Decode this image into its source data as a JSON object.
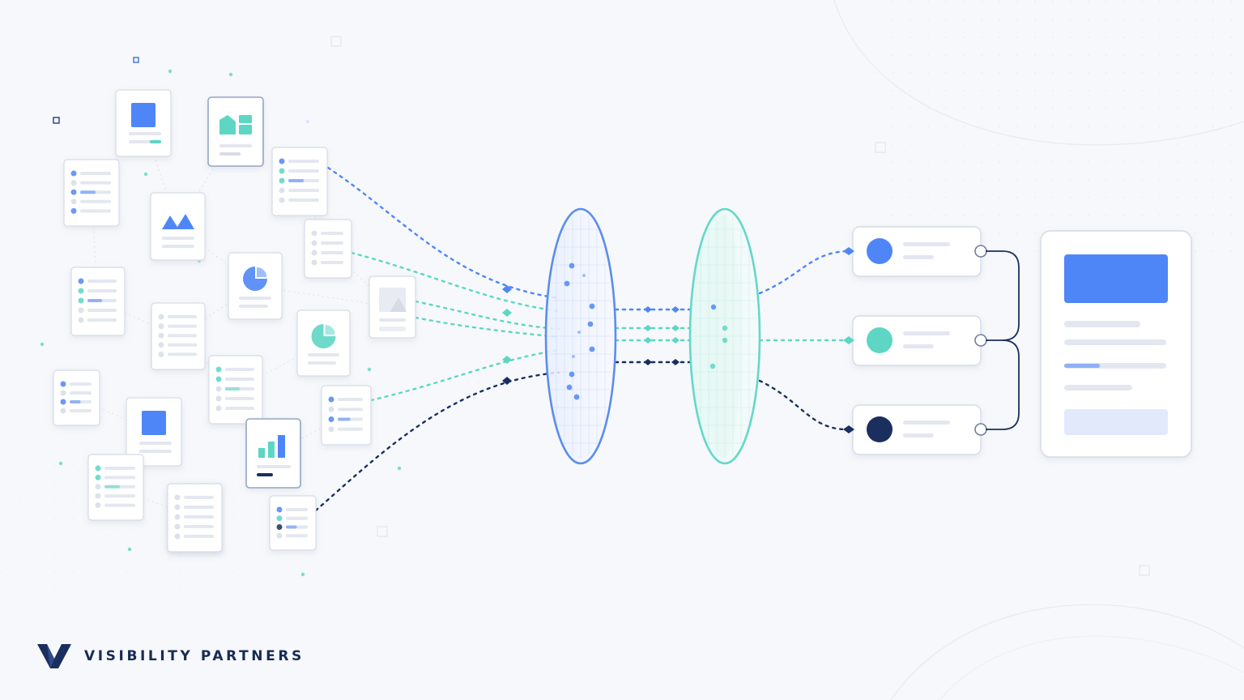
{
  "brand": {
    "name": "VISIBILITY PARTNERS",
    "mark_icon": "v-logo-icon"
  },
  "colors": {
    "background": "#f6f8fb",
    "primary_blue": "#4f86f7",
    "teal": "#5dd6c4",
    "navy": "#1b2f5e",
    "card_border": "#d6dbe6",
    "text_line": "#e3e7ef",
    "lens_blue_stroke": "#5b8def",
    "lens_teal_stroke": "#63d8c9"
  },
  "diagram": {
    "source_documents": [
      {
        "id": "doc-a",
        "icon": "image-block-icon",
        "accent": "blue"
      },
      {
        "id": "doc-b",
        "icon": "chart-area-icon",
        "accent": "teal"
      },
      {
        "id": "doc-c",
        "icon": "list-icon",
        "accent": "mixed"
      },
      {
        "id": "doc-d",
        "icon": "mountain-image-icon",
        "accent": "blue"
      },
      {
        "id": "doc-e",
        "icon": "list-icon",
        "accent": "blue"
      },
      {
        "id": "doc-f",
        "icon": "list-icon",
        "accent": "grey"
      },
      {
        "id": "doc-g",
        "icon": "list-icon",
        "accent": "mixed"
      },
      {
        "id": "doc-h",
        "icon": "pie-chart-icon",
        "accent": "blue"
      },
      {
        "id": "doc-i",
        "icon": "list-icon",
        "accent": "grey"
      },
      {
        "id": "doc-j",
        "icon": "image-icon",
        "accent": "grey"
      },
      {
        "id": "doc-k",
        "icon": "pie-chart-icon",
        "accent": "teal"
      },
      {
        "id": "doc-l",
        "icon": "list-icon",
        "accent": "teal"
      },
      {
        "id": "doc-m",
        "icon": "list-icon",
        "accent": "blue"
      },
      {
        "id": "doc-n",
        "icon": "image-block-icon",
        "accent": "blue"
      },
      {
        "id": "doc-o",
        "icon": "list-icon",
        "accent": "blue"
      },
      {
        "id": "doc-p",
        "icon": "list-icon",
        "accent": "teal"
      },
      {
        "id": "doc-q",
        "icon": "bar-chart-icon",
        "accent": "teal"
      },
      {
        "id": "doc-r",
        "icon": "list-icon",
        "accent": "mixed"
      },
      {
        "id": "doc-s",
        "icon": "list-icon",
        "accent": "grey"
      },
      {
        "id": "doc-t",
        "icon": "list-icon",
        "accent": "navy"
      }
    ],
    "lenses": [
      {
        "id": "lens-1",
        "accent": "blue"
      },
      {
        "id": "lens-2",
        "accent": "teal"
      }
    ],
    "outputs": [
      {
        "id": "output-1",
        "accent": "blue"
      },
      {
        "id": "output-2",
        "accent": "teal"
      },
      {
        "id": "output-3",
        "accent": "navy"
      }
    ],
    "final_card": {
      "id": "final-document"
    }
  }
}
